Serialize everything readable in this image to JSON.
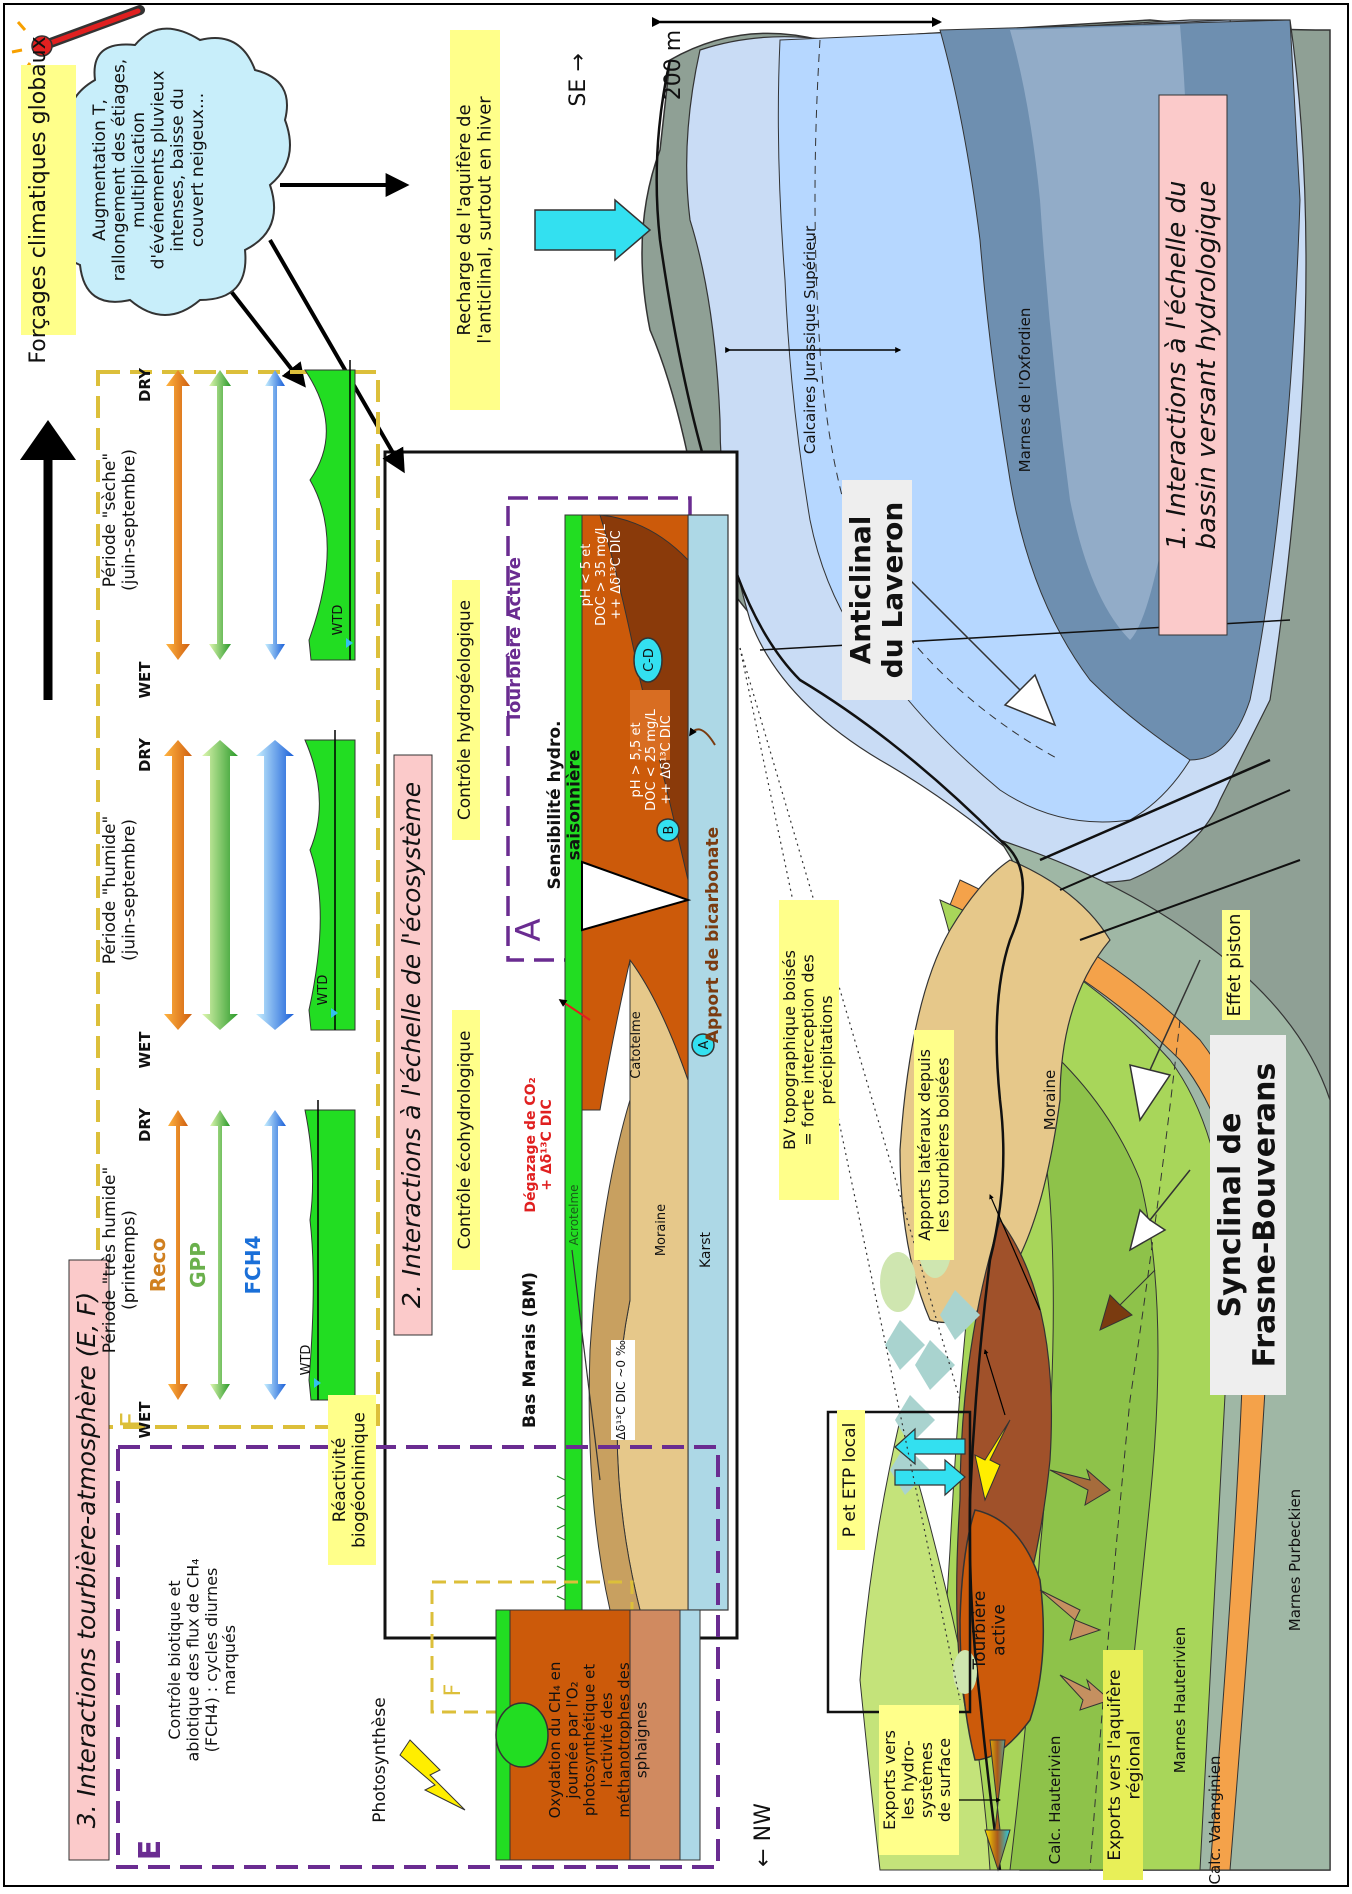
{
  "figure": {
    "rotated_text_orientation": "counter-clockwise 90 degrees",
    "colors": {
      "sky_blue_arrow": "#33e0f0",
      "peat_orange": "#cc5a0a",
      "peat_dark": "#8a3a0a",
      "moss_green": "#22dd22",
      "purple_dash": "#6a2c91",
      "gold_dash": "#dcbf3a",
      "yellow_note": "#ffff8a",
      "pink_title": "#fbcaca",
      "limestone_blue": "#b6d7ff",
      "marl_blue": "#6e8fb0",
      "moraine_tan": "#e6c88a",
      "green_layer": "#a8d65a",
      "grey_layer": "#8fa095"
    },
    "climate": {
      "box_label": "Forçages climatiques globaux",
      "cloud_text": [
        "Augmentation T,",
        "rallongement des étiages,",
        "multiplication",
        "d'événements pluvieux",
        "intenses, baisse du",
        "couvert neigeux..."
      ]
    },
    "panel1": {
      "title_line1": "1. Interactions à l'échelle du",
      "title_line2": "bassin versant hydrologique",
      "scale_label": "200 m",
      "direction_se": "SE →",
      "direction_nw": "← NW",
      "recharge": [
        "Recharge de l'aquifère de",
        "l'anticlinal, surtout en hiver"
      ],
      "anticline": [
        "Anticlinal",
        "du Laveron"
      ],
      "syncline": [
        "Synclinal de",
        "Frasne-Bouverans"
      ],
      "layers": {
        "calcaires": "Calcaires Jurassique Supérieur",
        "marnes_oxfordien": "Marnes de l'Oxfordien",
        "moraine": "Moraine",
        "calc_hauterivien": "Calc. Hauterivien",
        "marnes_hauterivien": "Marnes Hauterivien",
        "calc_valanginien": "Calc. Valanginien",
        "marnes_purbeckien": "Marnes Purbeckien"
      },
      "piston": "Effet piston",
      "bv_note": [
        "BV topographique boisés",
        "= forte interception des",
        "précipitations"
      ],
      "apports": [
        "Apports latéraux depuis",
        "les tourbières boisées"
      ],
      "exports_regional": [
        "Exports vers l'aquifère",
        "régional"
      ],
      "exports_surface": [
        "Exports vers",
        "les hydro-",
        "systèmes",
        "de surface"
      ],
      "p_etp": "P et ETP local",
      "tourbiere": [
        "Tourbière",
        "active"
      ]
    },
    "panel2": {
      "title": "2. Interactions à l'échelle de l'écosystème",
      "control_eco": "Contrôle écohydrologique",
      "control_hydro": "Contrôle hydrogéologique",
      "tourbiere_active": "Tourbière Active",
      "bas_marais": "Bas Marais (BM)",
      "acrotelme": "Acrotelme",
      "catotelme": "Catotelme",
      "moraine": "Moraine",
      "karst": "Karst",
      "delta_zero": "Δδ¹³C DIC ~0 ‰",
      "degazage": [
        "Dégazage de CO₂",
        "+ Δδ¹³C DIC"
      ],
      "sensibilite": [
        "Sensibilité hydro.",
        "saisonnière"
      ],
      "apport_bicarb": "Apport de bicarbonate",
      "ph_low": [
        "pH > 5,5 et",
        "DOC < 25 mg/L",
        "++ Δδ¹³C DIC"
      ],
      "ph_high": [
        "pH < 5 et",
        "DOC > 35 mg/L",
        "++ Δδ¹³C DIC"
      ],
      "marker_a": "A",
      "marker_b": "B",
      "marker_cd": "C-D",
      "box_a_label": "A"
    },
    "panel3": {
      "title": "3. Interactions tourbière-atmosphère (E, F)",
      "box_f_label": "F",
      "box_e_label": "E",
      "periods": [
        {
          "title": [
            "Période \"très humide\"",
            "(printemps)"
          ]
        },
        {
          "title": [
            "Période \"humide\"",
            "(juin-septembre)"
          ]
        },
        {
          "title": [
            "Période \"sèche\"",
            "(juin-septembre)"
          ]
        }
      ],
      "wet": "WET",
      "dry": "DRY",
      "wtd": "WTD",
      "legend_reco": "Reco",
      "legend_gpp": "GPP",
      "legend_fch4": "FCH4",
      "reactivite": [
        "Réactivité",
        "biogéochimique"
      ],
      "controle_biotique": [
        "Contrôle biotique et",
        "abiotique des flux de CH₄",
        "(FCH4) : cycles diurnes",
        "marqués"
      ],
      "photosynthese": "Photosynthèse",
      "oxydation": [
        "Oxydation du CH₄ en",
        "journée par l'O₂",
        "photosynthétique et",
        "l'activité des",
        "méthanotrophes des",
        "sphaignes"
      ]
    }
  }
}
